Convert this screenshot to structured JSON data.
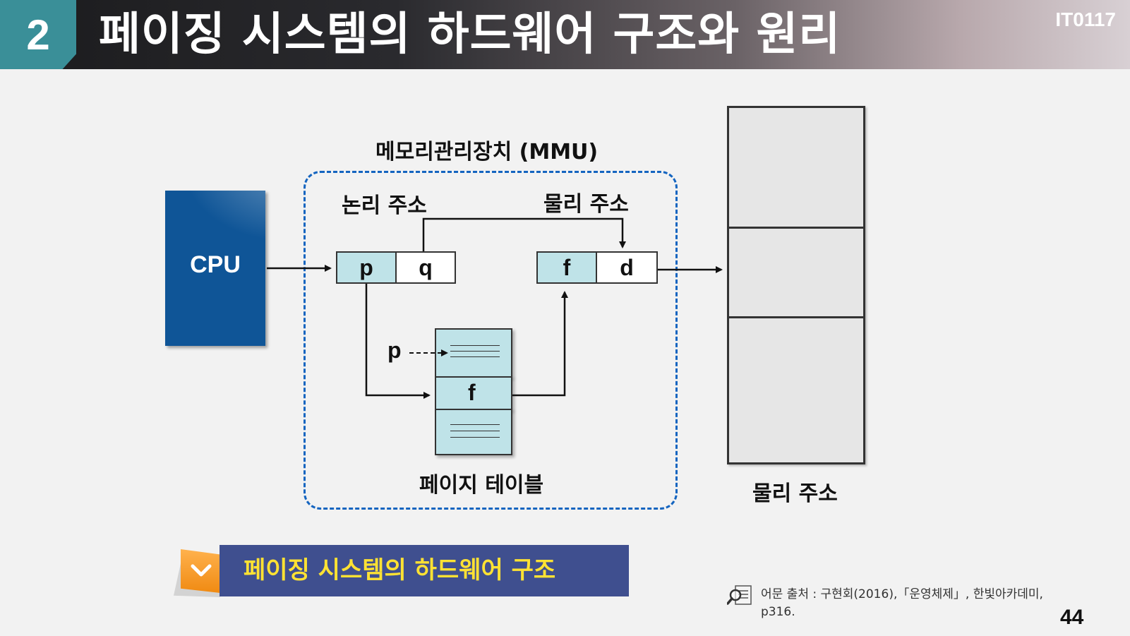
{
  "header": {
    "section_number": "2",
    "title": "페이징 시스템의 하드웨어 구조와 원리",
    "course_code": "IT0117"
  },
  "diagram": {
    "cpu_label": "CPU",
    "mmu_label": "메모리관리장치 (MMU)",
    "logical_address_label": "논리 주소",
    "physical_address_label_top": "물리 주소",
    "logical_cells": [
      "p",
      "q"
    ],
    "physical_cells": [
      "f",
      "d"
    ],
    "page_table_pointer_label": "p",
    "page_table_entry": "f",
    "page_table_label": "페이지 테이블",
    "memory_label": "물리 주소"
  },
  "caption": {
    "text": "페이징 시스템의 하드웨어 구조"
  },
  "source": {
    "line1": "어문 출처 : 구현회(2016),「운영체제」, 한빛아카데미,",
    "line2": "p316."
  },
  "page_number": "44",
  "colors": {
    "section_tab": "#3a8f98",
    "cpu_box": "#0f5597",
    "mmu_border": "#1565c0",
    "cell_fill": "#bfe3e8",
    "caption_bar": "#3f4f8f",
    "caption_text": "#ffe233",
    "caption_tab": "#f08a12"
  }
}
